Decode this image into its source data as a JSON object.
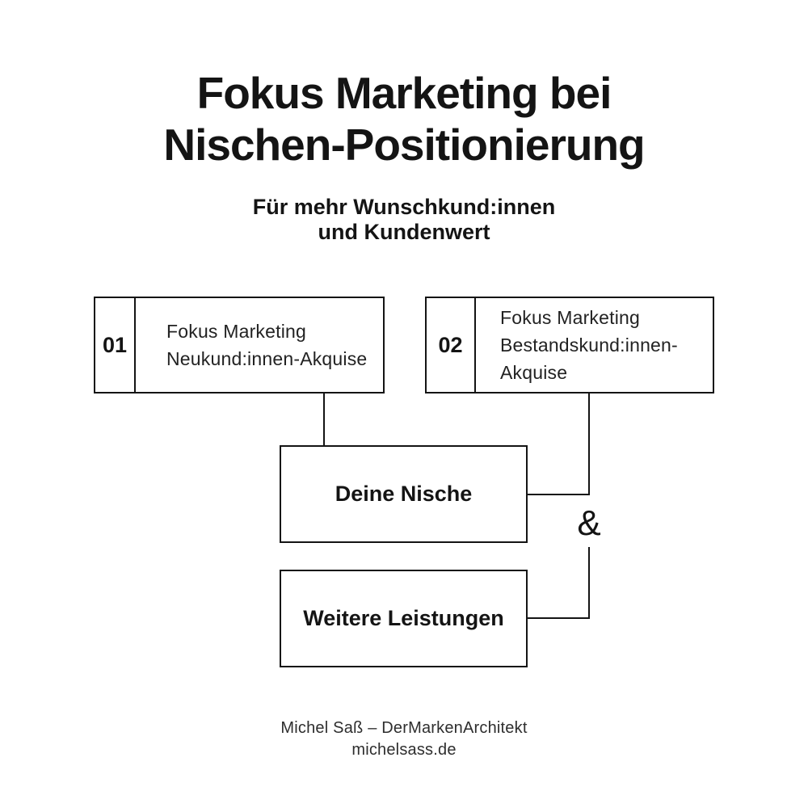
{
  "theme": {
    "background": "#ffffff",
    "ink": "#141414",
    "footer_text": "#2e2e2e"
  },
  "header": {
    "title_line1": "Fokus Marketing bei",
    "title_line2": "Nischen-Positionierung",
    "subtitle_line1": "Für mehr Wunschkund:innen",
    "subtitle_line2": "und Kundenwert"
  },
  "diagram": {
    "boxes": [
      {
        "number": "01",
        "label": "Fokus Marketing Neukund:innen-Akquise"
      },
      {
        "number": "02",
        "label": "Fokus Marketing Bestandskund:innen-Akquise"
      }
    ],
    "niche_label": "Deine Nische",
    "services_label": "Weitere Leistungen",
    "connector_symbol": "&"
  },
  "footer": {
    "line1": "Michel Saß – DerMarkenArchitekt",
    "line2": "michelsass.de"
  }
}
